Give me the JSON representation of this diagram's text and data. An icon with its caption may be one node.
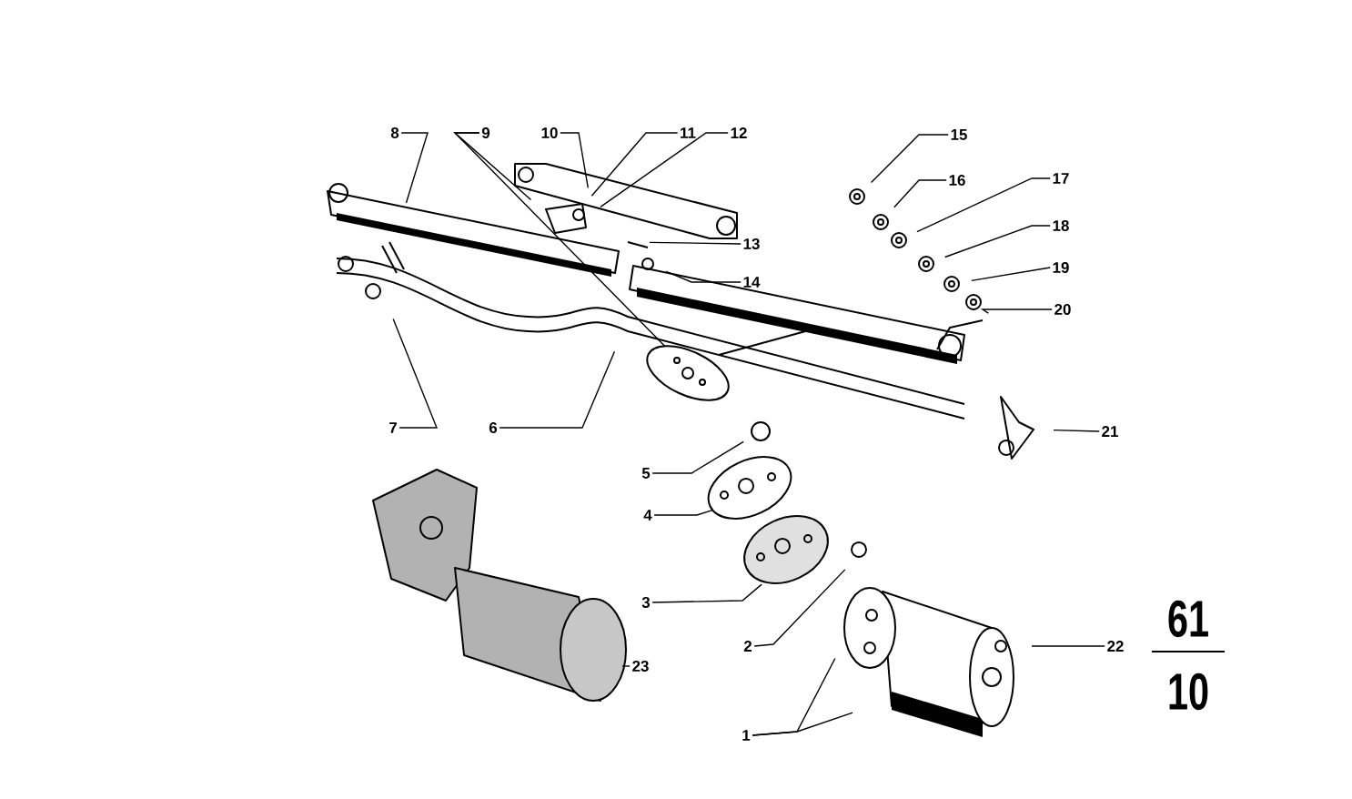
{
  "diagram": {
    "nodes": [
      {
        "text": [
          "1"
        ]
      },
      {
        "text": [
          "2"
        ]
      },
      {
        "text": [
          "3"
        ]
      },
      {
        "text": [
          "4"
        ]
      },
      {
        "text": [
          "5"
        ]
      },
      {
        "text": [
          "6"
        ]
      },
      {
        "text": [
          "7"
        ]
      },
      {
        "text": [
          "8"
        ]
      },
      {
        "text": [
          "9"
        ]
      },
      {
        "text": [
          "10"
        ]
      },
      {
        "text": [
          "11"
        ]
      },
      {
        "text": [
          "12"
        ]
      },
      {
        "text": [
          "13"
        ]
      },
      {
        "text": [
          "14"
        ]
      },
      {
        "text": [
          "15"
        ]
      },
      {
        "text": [
          "16"
        ]
      },
      {
        "text": [
          "17"
        ]
      },
      {
        "text": [
          "18"
        ]
      },
      {
        "text": [
          "19"
        ]
      },
      {
        "text": [
          "20"
        ]
      },
      {
        "text": [
          "21"
        ]
      },
      {
        "text": [
          "22"
        ]
      },
      {
        "text": [
          "23"
        ]
      }
    ],
    "edges": [
      {
        "from": 0,
        "to": null,
        "arrow": "none"
      },
      {
        "from": 0,
        "to": null,
        "arrow": "none"
      },
      {
        "from": 1,
        "to": null,
        "arrow": "none"
      },
      {
        "from": 2,
        "to": null,
        "arrow": "none"
      },
      {
        "from": 3,
        "to": null,
        "arrow": "none"
      },
      {
        "from": 4,
        "to": null,
        "arrow": "none"
      },
      {
        "from": 5,
        "to": null,
        "arrow": "none"
      },
      {
        "from": 6,
        "to": null,
        "arrow": "none"
      },
      {
        "from": 7,
        "to": null,
        "arrow": "none"
      },
      {
        "from": 8,
        "to": null,
        "arrow": "none"
      },
      {
        "from": 8,
        "to": null,
        "arrow": "none"
      },
      {
        "from": 9,
        "to": null,
        "arrow": "none"
      },
      {
        "from": 10,
        "to": null,
        "arrow": "none"
      },
      {
        "from": 11,
        "to": null,
        "arrow": "none"
      },
      {
        "from": 12,
        "to": null,
        "arrow": "none"
      },
      {
        "from": 13,
        "to": null,
        "arrow": "none"
      },
      {
        "from": 14,
        "to": null,
        "arrow": "none"
      },
      {
        "from": 15,
        "to": null,
        "arrow": "none"
      },
      {
        "from": 16,
        "to": null,
        "arrow": "none"
      },
      {
        "from": 17,
        "to": null,
        "arrow": "none"
      },
      {
        "from": 18,
        "to": null,
        "arrow": "none"
      },
      {
        "from": 19,
        "to": null,
        "arrow": "none"
      },
      {
        "from": 20,
        "to": null,
        "arrow": "none"
      },
      {
        "from": 21,
        "to": null,
        "arrow": "none"
      },
      {
        "from": 22,
        "to": null,
        "arrow": "none"
      }
    ],
    "labels": [
      "61",
      "10"
    ]
  }
}
